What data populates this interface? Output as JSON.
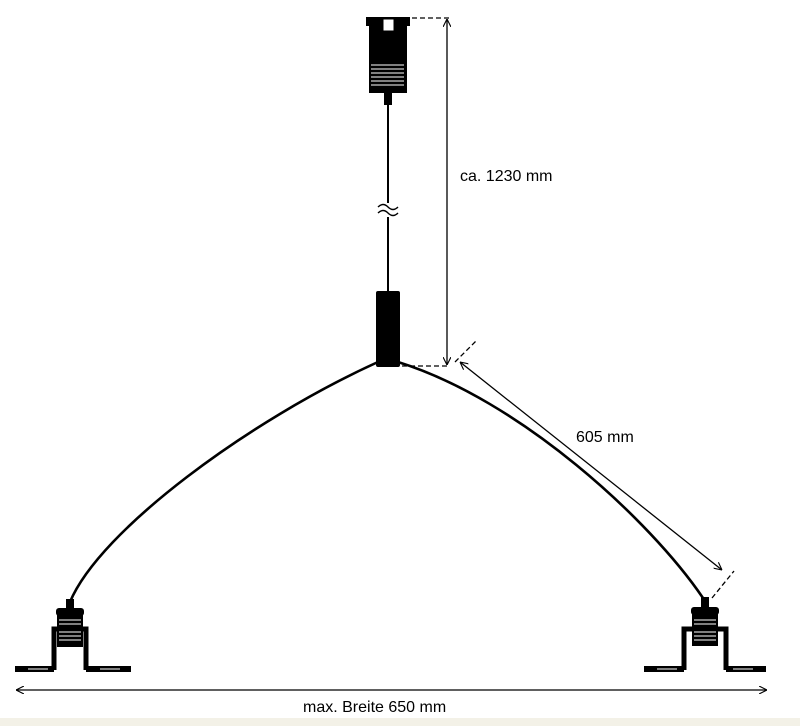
{
  "dimensions": {
    "height_label": "ca. 1230 mm",
    "cable_label": "605 mm",
    "width_label": "max. Breite 650 mm"
  },
  "colors": {
    "line": "#000000",
    "background": "#ffffff",
    "bottom_strip": "#f3f1e7"
  }
}
